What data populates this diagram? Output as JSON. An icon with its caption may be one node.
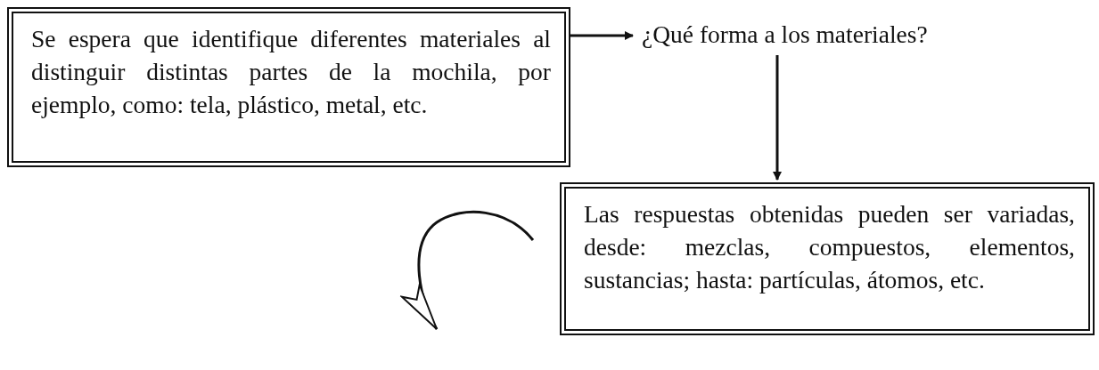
{
  "diagram": {
    "nodes": [
      {
        "text": [
          "Se espera que identifique diferentes materiales al distinguir distintas partes de la mochila, por ejemplo, como: tela, plástico, metal, etc."
        ]
      },
      {
        "text": [
          "¿Qué forma a los materiales?"
        ]
      },
      {
        "text": [
          "Las respuestas obtenidas pueden ser variadas, desde: mezclas, compuestos, elementos, sustancias; hasta: partículas, átomos, etc."
        ]
      }
    ],
    "edges": [
      {
        "from": 0,
        "to": 1,
        "arrow": "to"
      },
      {
        "from": 1,
        "to": 2,
        "arrow": "to"
      },
      {
        "from": 2,
        "to": null,
        "arrow": "to"
      }
    ]
  }
}
